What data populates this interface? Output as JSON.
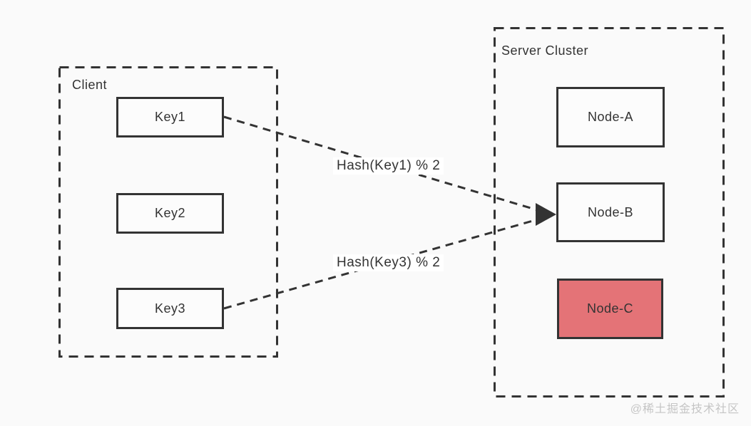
{
  "diagram": {
    "background_color": "#fafafa",
    "line_color": "#333333",
    "highlight_color": "#e47377",
    "client": {
      "label": "Client",
      "keys": [
        {
          "label": "Key1"
        },
        {
          "label": "Key2"
        },
        {
          "label": "Key3"
        }
      ]
    },
    "server": {
      "label": "Server Cluster",
      "nodes": [
        {
          "label": "Node-A",
          "highlighted": false
        },
        {
          "label": "Node-B",
          "highlighted": false
        },
        {
          "label": "Node-C",
          "highlighted": true
        }
      ]
    },
    "edges": [
      {
        "label": "Hash(Key1) % 2",
        "from": "Key1",
        "to": "Node-B"
      },
      {
        "label": "Hash(Key3) % 2",
        "from": "Key3",
        "to": "Node-B"
      }
    ],
    "watermark": "@稀土掘金技术社区"
  }
}
